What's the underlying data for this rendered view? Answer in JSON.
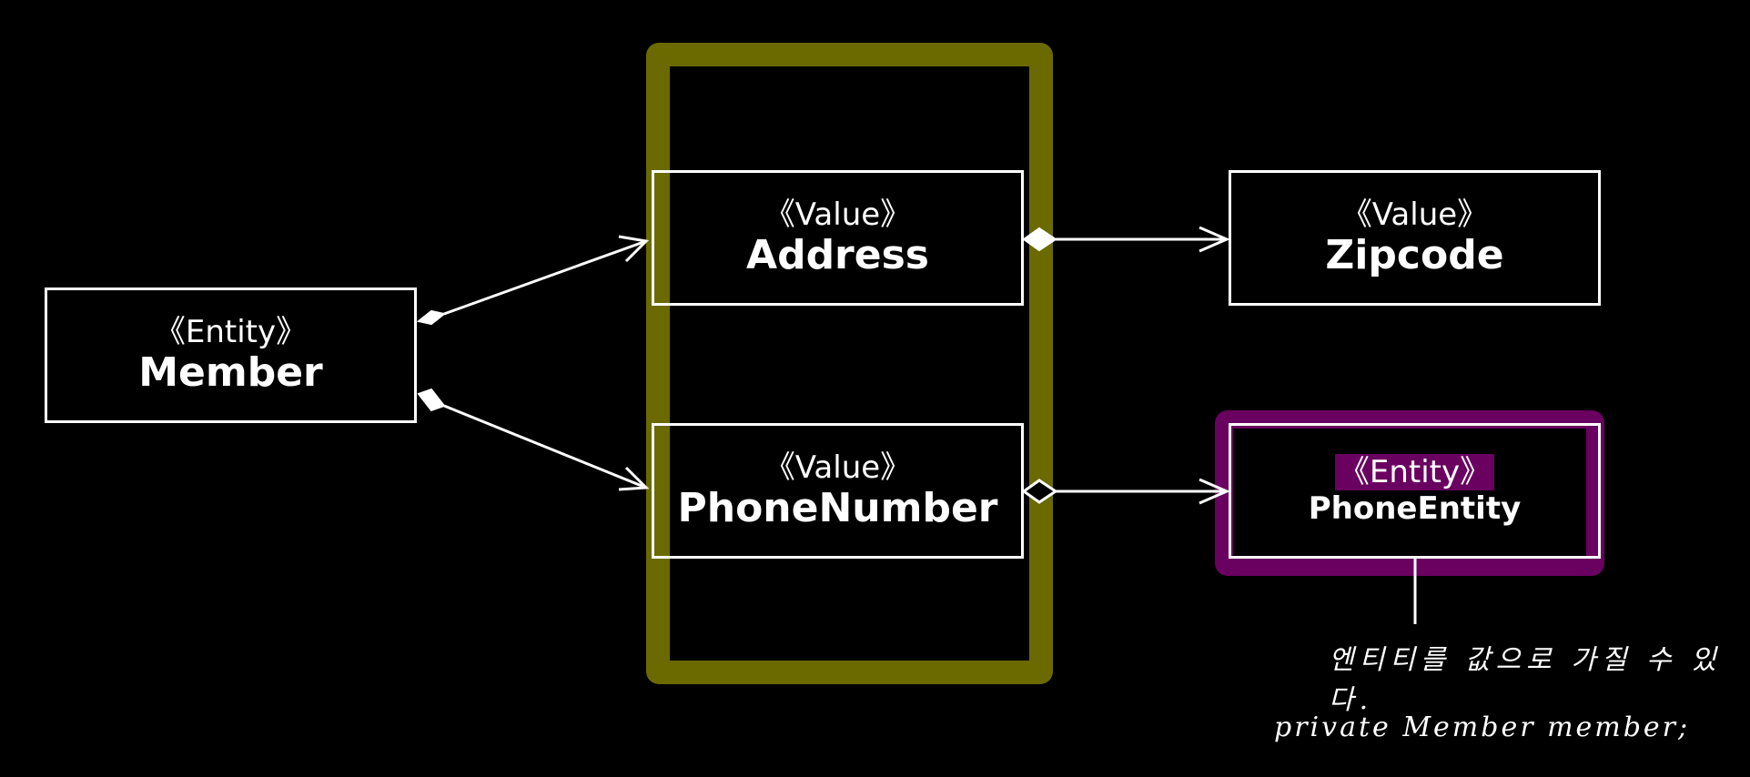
{
  "diagram": {
    "nodes": {
      "member": {
        "stereotype": "《Entity》",
        "name": "Member"
      },
      "address": {
        "stereotype": "《Value》",
        "name": "Address"
      },
      "phone_number": {
        "stereotype": "《Value》",
        "name": "PhoneNumber"
      },
      "zipcode": {
        "stereotype": "《Value》",
        "name": "Zipcode"
      },
      "phone_entity": {
        "stereotype": "《Entity》",
        "name": "PhoneEntity"
      }
    },
    "edges": [
      {
        "from": "member",
        "to": "address",
        "source_end": "filled-diamond",
        "target_end": "open-arrow"
      },
      {
        "from": "member",
        "to": "phone_number",
        "source_end": "filled-diamond",
        "target_end": "open-arrow"
      },
      {
        "from": "address",
        "to": "zipcode",
        "source_end": "filled-diamond",
        "target_end": "open-arrow"
      },
      {
        "from": "phone_number",
        "to": "phone_entity",
        "source_end": "hollow-diamond",
        "target_end": "open-arrow"
      }
    ],
    "highlights": {
      "value_group_color": "#6b6a00",
      "entity_highlight_color": "#6a0060"
    },
    "annotations": {
      "note_1": "엔티티를 값으로 가질 수 있다.",
      "note_2": "private Member member;"
    }
  }
}
